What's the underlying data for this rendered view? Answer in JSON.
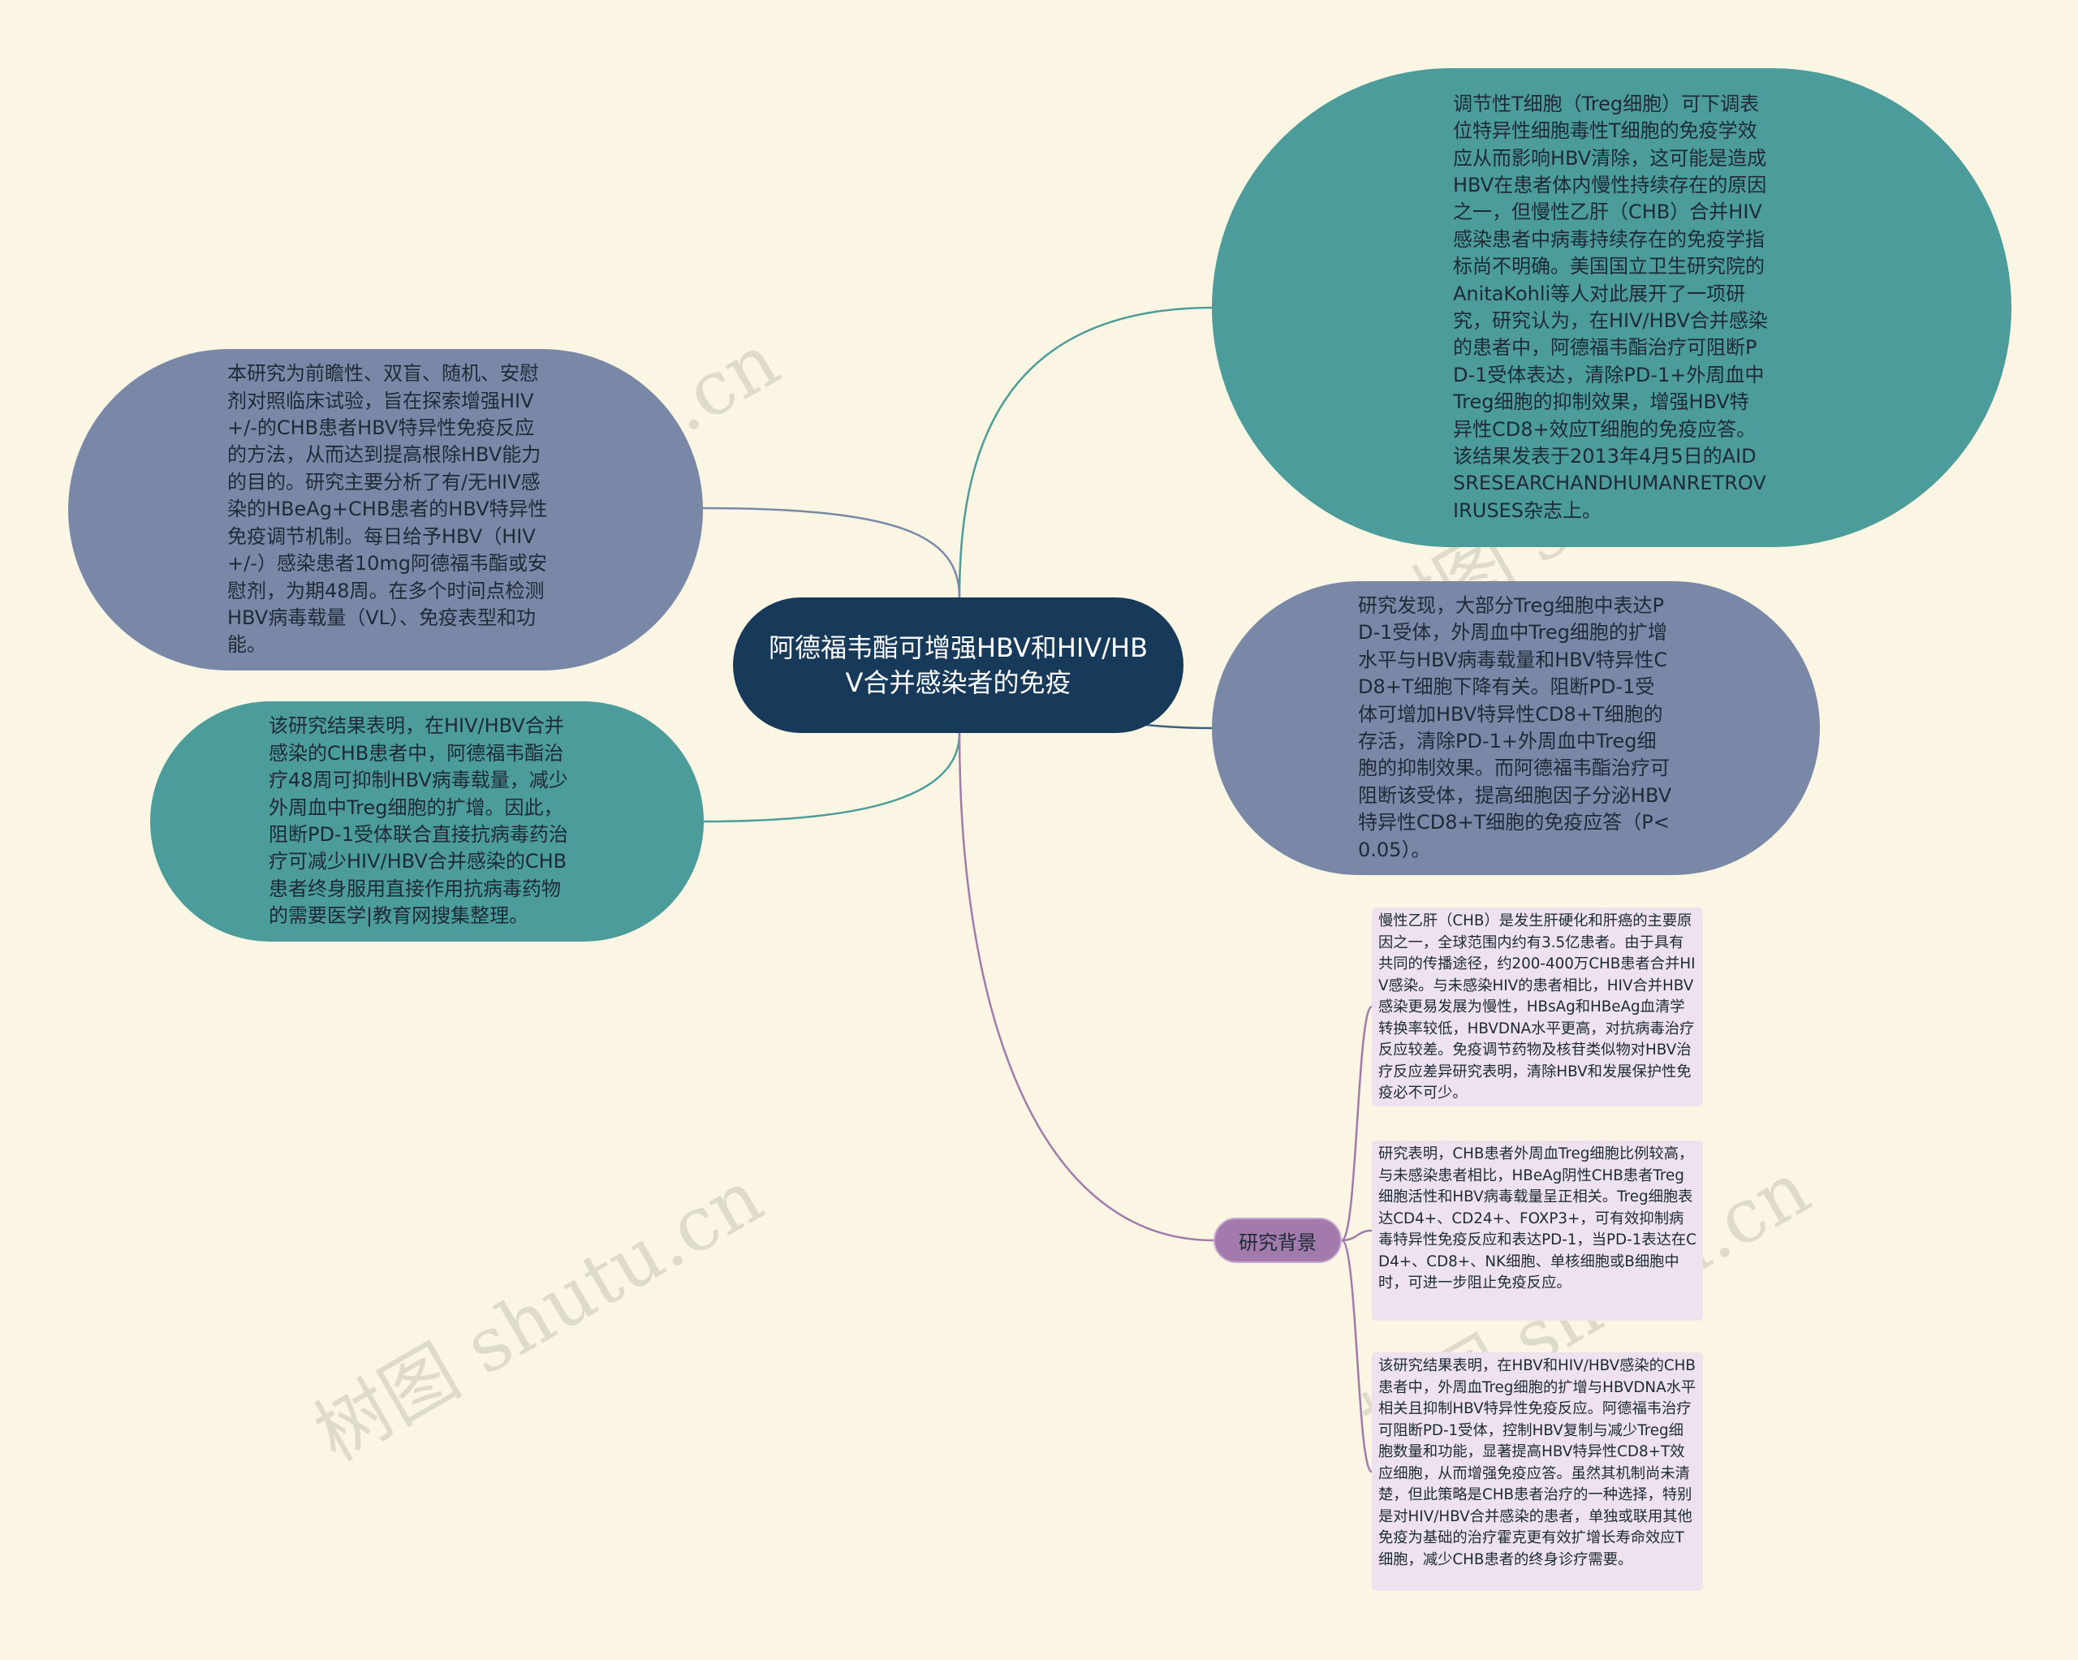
{
  "center_topic": "阿德福韦酯可增强HBV和HIV/HBV合并感染者的免疫",
  "right_nodes": [
    "调节性T细胞（Treg细胞）可下调表位特异性细胞毒性T细胞的免疫学效应从而影响HBV清除，这可能是造成HBV在患者体内慢性持续存在的原因之一，但慢性乙肝（CHB）合并HIV感染患者中病毒持续存在的免疫学指标尚不明确。美国国立卫生研究院的AnitaKohli等人对此展开了一项研究，研究认为，在HIV/HBV合并感染的患者中，阿德福韦酯治疗可阻断PD-1受体表达，清除PD-1+外周血中Treg细胞的抑制效果，增强HBV特异性CD8+效应T细胞的免疫应答。该结果发表于2013年4月5日的AIDSRESEARCHANDHUMANRETROVIRUSES杂志上。",
    "研究发现，大部分Treg细胞中表达PD-1受体，外周血中Treg细胞的扩增水平与HBV病毒载量和HBV特异性CD8+T细胞下降有关。阻断PD-1受体可增加HBV特异性CD8+T细胞的存活，清除PD-1+外周血中Treg细胞的抑制效果。而阿德福韦酯治疗可阻断该受体，提高细胞因子分泌HBV特异性CD8+T细胞的免疫应答（P<0.05）。"
  ],
  "left_nodes": [
    "本研究为前瞻性、双盲、随机、安慰剂对照临床试验，旨在探索增强HIV+/-的CHB患者HBV特异性免疫反应的方法，从而达到提高根除HBV能力的目的。研究主要分析了有/无HIV感染的HBeAg+CHB患者的HBV特异性免疫调节机制。每日给予HBV（HIV+/-）感染患者10mg阿德福韦酯或安慰剂，为期48周。在多个时间点检测HBV病毒载量（VL）、免疫表型和功能。",
    "该研究结果表明，在HIV/HBV合并感染的CHB患者中，阿德福韦酯治疗48周可抑制HBV病毒载量，减少外周血中Treg细胞的扩增。因此，阻断PD-1受体联合直接抗病毒药治疗可减少HIV/HBV合并感染的CHB患者终身服用直接作用抗病毒药物的需要医学|教育网搜集整理。"
  ],
  "background": {
    "label": "研究背景",
    "cards": [
      "慢性乙肝（CHB）是发生肝硬化和肝癌的主要原因之一，全球范围内约有3.5亿患者。由于具有共同的传播途径，约200-400万CHB患者合并HIV感染。与未感染HIV的患者相比，HIV合并HBV感染更易发展为慢性，HBsAg和HBeAg血清学转换率较低，HBVDNA水平更高，对抗病毒治疗反应较差。免疫调节药物及核苷类似物对HBV治疗反应差异研究表明，清除HBV和发展保护性免疫必不可少。",
      "研究表明，CHB患者外周血Treg细胞比例较高，与未感染患者相比，HBeAg阴性CHB患者Treg细胞活性和HBV病毒载量呈正相关。Treg细胞表达CD4+、CD24+、FOXP3+，可有效抑制病毒特异性免疫反应和表达PD-1，当PD-1表达在CD4+、CD8+、NK细胞、单核细胞或B细胞中时，可进一步阻止免疫反应。",
      "该研究结果表明，在HBV和HIV/HBV感染的CHB患者中，外周血Treg细胞的扩增与HBVDNA水平相关且抑制HBV特异性免疫反应。阿德福韦治疗可阻断PD-1受体，控制HBV复制与减少Treg细胞数量和功能，显著提高HBV特异性CD8+T效应细胞，从而增强免疫应答。虽然其机制尚未清楚，但此策略是CHB患者治疗的一种选择，特别是对HIV/HBV合并感染的患者，单独或联用其他免疫为基础的治疗霍克更有效扩增长寿命效应T细胞，减少CHB患者的终身诊疗需要。"
    ]
  },
  "watermark": "树图 shutu.cn",
  "colors": {
    "background": "#faf6e3",
    "center": "#173a5a",
    "teal": "#4c9c9b",
    "slate": "#7a88a8",
    "tag": "#a27aab",
    "card": "#ede2ee"
  }
}
